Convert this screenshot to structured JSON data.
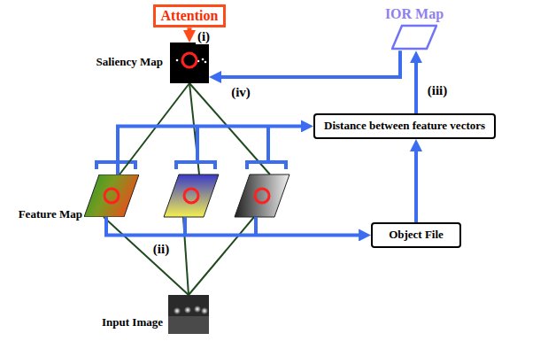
{
  "diagram": {
    "nodes": [
      {
        "text": [
          "Attention"
        ]
      },
      {
        "text": [
          "Saliency Map"
        ]
      },
      {
        "text": [
          "IOR Map"
        ]
      },
      {
        "text": [
          "Distance between feature vectors"
        ]
      },
      {
        "text": [
          "Object File"
        ]
      },
      {
        "text": [
          "Feature Map"
        ]
      },
      {
        "text": [
          "Input Image"
        ]
      }
    ],
    "edges": [
      {
        "from": 0,
        "to": 1,
        "arrow": "to",
        "label": "(i)"
      },
      {
        "from": 2,
        "to": 1,
        "arrow": "to",
        "label": "(iv)"
      },
      {
        "from": 3,
        "to": 2,
        "arrow": "to",
        "label": "(iii)"
      },
      {
        "from": 4,
        "to": 3,
        "arrow": "to"
      },
      {
        "from": 5,
        "to": 4,
        "arrow": "to",
        "label": "(ii)"
      },
      {
        "from": 5,
        "to": 3,
        "arrow": "to"
      },
      {
        "from": 1,
        "to": 5,
        "arrow": "none"
      },
      {
        "from": 5,
        "to": 6,
        "arrow": "none"
      }
    ]
  }
}
